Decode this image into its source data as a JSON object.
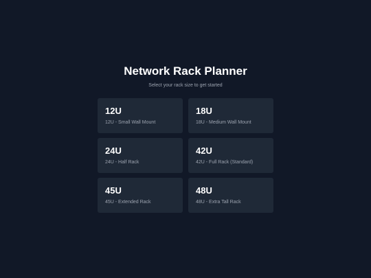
{
  "header": {
    "title": "Network Rack Planner",
    "subtitle": "Select your rack size to get started"
  },
  "rack_options": [
    {
      "size": "12U",
      "description": "12U - Small Wall Mount"
    },
    {
      "size": "18U",
      "description": "18U - Medium Wall Mount"
    },
    {
      "size": "24U",
      "description": "24U - Half Rack"
    },
    {
      "size": "42U",
      "description": "42U - Full Rack (Standard)"
    },
    {
      "size": "45U",
      "description": "45U - Extended Rack"
    },
    {
      "size": "48U",
      "description": "48U - Extra Tall Rack"
    }
  ],
  "colors": {
    "background": "#111827",
    "card": "#1f2937",
    "text_primary": "#ffffff",
    "text_secondary": "#9ca3af"
  }
}
